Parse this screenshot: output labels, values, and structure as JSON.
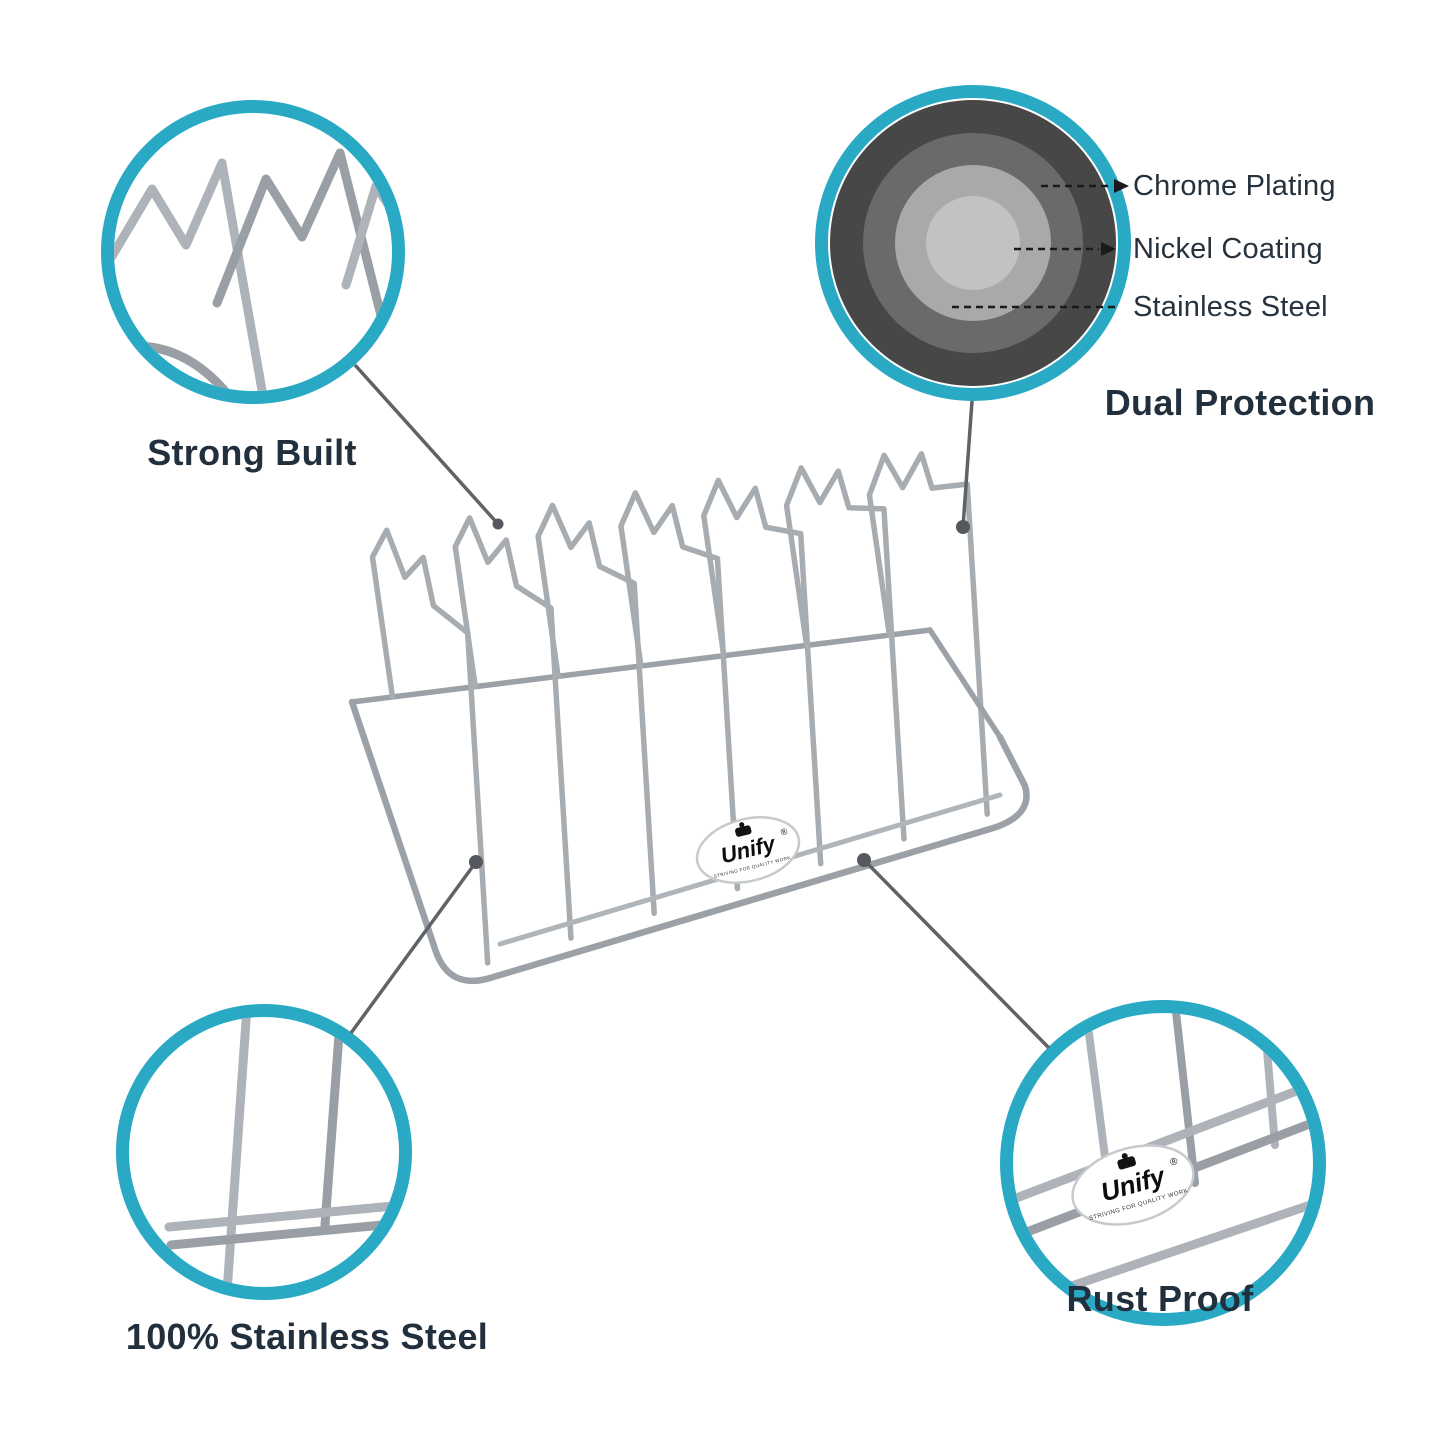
{
  "callouts": {
    "strong_built": {
      "label": "Strong Built"
    },
    "dual_protection": {
      "label": "Dual Protection",
      "layers": [
        "Chrome Plating",
        "Nickel Coating",
        "Stainless Steel"
      ]
    },
    "stainless_steel": {
      "label": "100% Stainless Steel"
    },
    "rust_proof": {
      "label": "Rust Proof"
    }
  },
  "brand": {
    "name": "Unify",
    "registered": "®",
    "tagline": "STRIVING FOR QUALITY WORK"
  },
  "colors": {
    "accent_teal": "#29a9c3",
    "text_dark": "#22303d",
    "wire_gray": "#a7acb1",
    "connector_gray": "#5f6368",
    "layer_dark": "#474747",
    "layer_mid": "#6a6a6a",
    "layer_light": "#a9a9a9",
    "layer_core": "#c2c2c2"
  }
}
